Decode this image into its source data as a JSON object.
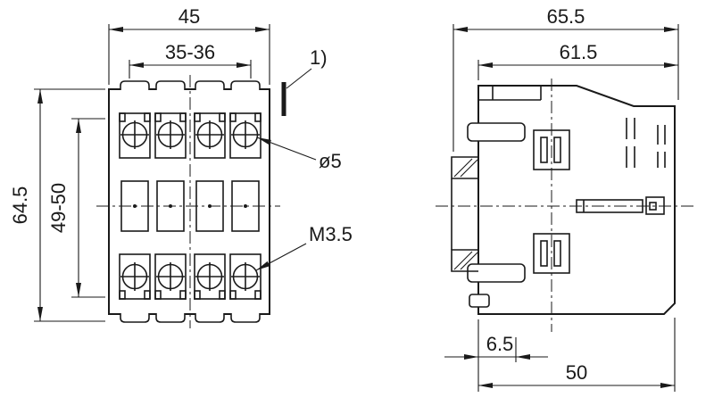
{
  "page": {
    "background": "#ffffff",
    "line_color": "#1a1a1a",
    "kind": "technical dimension drawing, two views of a DIN-rail contactor"
  },
  "front_view": {
    "name": "front-view",
    "dimensions": {
      "overall_width": "45",
      "mounting_width": "35-36",
      "overall_height": "64.5",
      "mounting_height": "49-50"
    },
    "callouts": {
      "note_ref": "1)",
      "hole_diameter": "ø5",
      "terminal_screw": "M3.5"
    }
  },
  "side_view": {
    "name": "side-view",
    "dimensions": {
      "overall_depth": "65.5",
      "body_depth": "61.5",
      "rail_offset": "6.5",
      "mount_depth": "50"
    }
  }
}
